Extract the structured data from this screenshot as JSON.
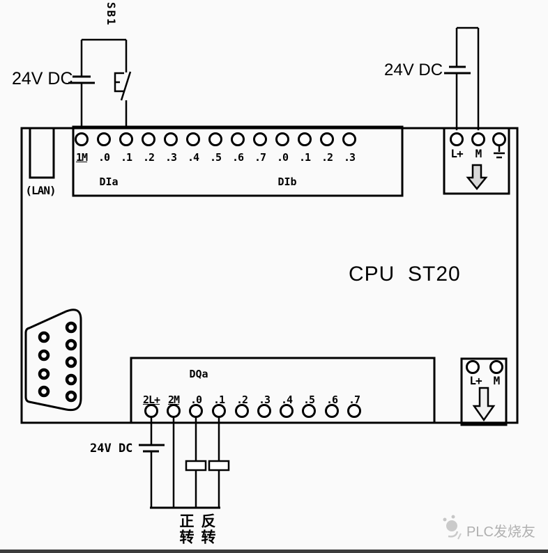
{
  "diagram": {
    "title": "CPU  ST20",
    "switch_label": "SB1",
    "lan_label": "(LAN)",
    "power_top_left": "24V DC",
    "power_top_right": "24V DC",
    "power_bottom": "24V DC",
    "forward_label": "正转",
    "reverse_label": "反转"
  },
  "input_block": {
    "group_a_label": "DIa",
    "group_b_label": "DIb",
    "terminals": [
      "1M",
      ".0",
      ".1",
      ".2",
      ".3",
      ".4",
      ".5",
      ".6",
      ".7",
      ".0",
      ".1",
      ".2",
      ".3"
    ]
  },
  "output_block": {
    "group_label": "DQa",
    "terminals": [
      "2L+",
      "2M",
      ".0",
      ".1",
      ".2",
      ".3",
      ".4",
      ".5",
      ".6",
      ".7"
    ]
  },
  "power_block_top_right": {
    "terminals": [
      "L+",
      "M"
    ],
    "third_terminal_icon": "earth-ground"
  },
  "power_block_bottom_right": {
    "terminals": [
      "L+",
      "M"
    ]
  },
  "watermark": {
    "text": "PLC发烧友"
  },
  "colors": {
    "line": "#000000",
    "background": "#fafafa",
    "arrow_fill_top": "#d8d8d8",
    "arrow_fill_bottom": "#f0f0f0",
    "watermark_gray": "#b0b0b0",
    "bottom_bar": "#3c3c3c"
  }
}
